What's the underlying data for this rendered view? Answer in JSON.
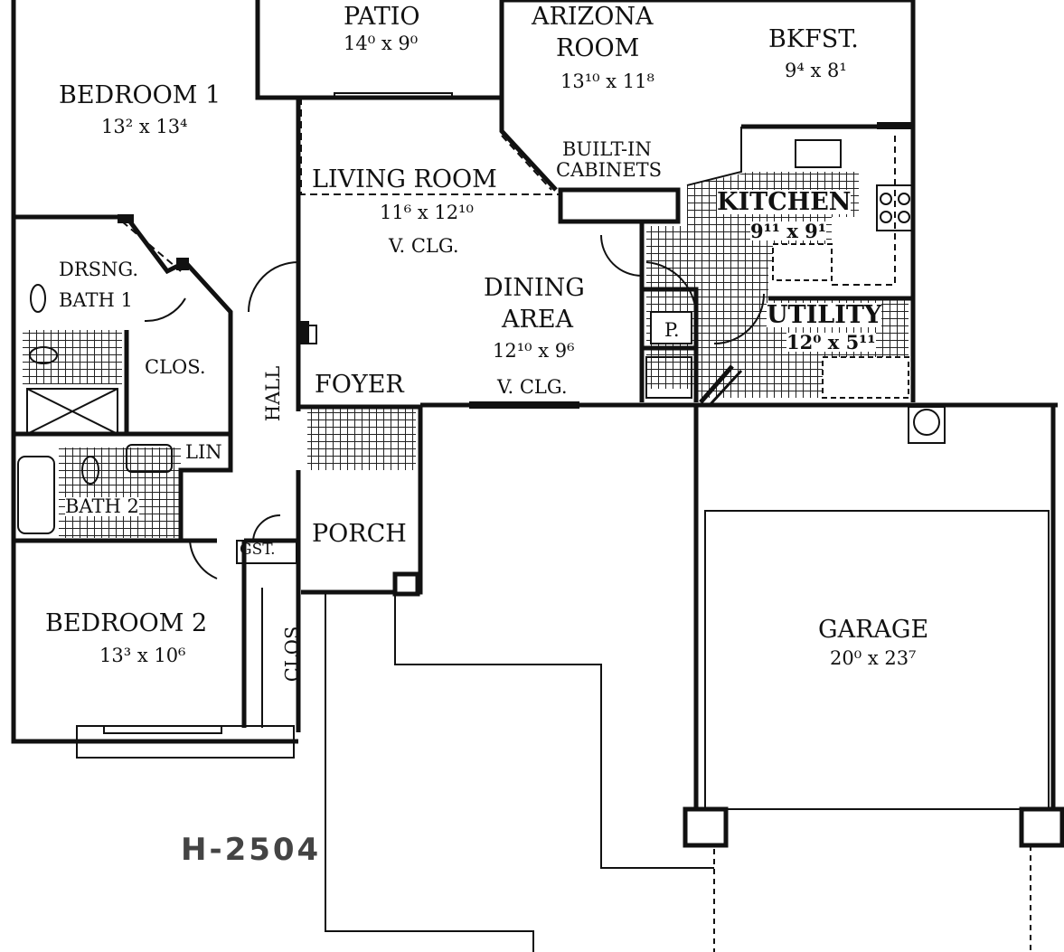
{
  "plan_code": "H-2504",
  "rooms": {
    "patio": {
      "name": "PATIO",
      "size": "14⁰ x 9⁰"
    },
    "arizona_room": {
      "name_line1": "ARIZONA",
      "name_line2": "ROOM",
      "size": "13¹⁰ x 11⁸"
    },
    "bkfst": {
      "name": "BKFST.",
      "size": "9⁴ x 8¹"
    },
    "bedroom1": {
      "name": "BEDROOM 1",
      "size": "13² x 13⁴"
    },
    "built_in_cabinets": {
      "line1": "BUILT-IN",
      "line2": "CABINETS"
    },
    "living_room": {
      "name": "LIVING ROOM",
      "size": "11⁶ x 12¹⁰",
      "note": "V. CLG."
    },
    "kitchen": {
      "name": "KITCHEN",
      "size": "9¹¹ x 9¹"
    },
    "drsng_bath1": {
      "line1": "DRSNG.",
      "line2": "BATH 1"
    },
    "dining_area": {
      "name_line1": "DINING",
      "name_line2": "AREA",
      "size": "12¹⁰ x 9⁶",
      "note": "V. CLG."
    },
    "pantry": {
      "name": "P."
    },
    "utility": {
      "name": "UTILITY",
      "size": "12⁰ x 5¹¹"
    },
    "clos1": {
      "name": "CLOS."
    },
    "hall": {
      "name": "HALL"
    },
    "foyer": {
      "name": "FOYER"
    },
    "lin": {
      "name": "LIN"
    },
    "bath2": {
      "name": "BATH 2"
    },
    "porch": {
      "name": "PORCH"
    },
    "gst": {
      "name": "GST."
    },
    "bedroom2": {
      "name": "BEDROOM 2",
      "size": "13³ x 10⁶"
    },
    "clos2": {
      "name": "CLOS."
    },
    "garage": {
      "name": "GARAGE",
      "size": "20⁰ x 23⁷"
    }
  },
  "colors": {
    "ink": "#111111",
    "paper": "#ffffff"
  }
}
